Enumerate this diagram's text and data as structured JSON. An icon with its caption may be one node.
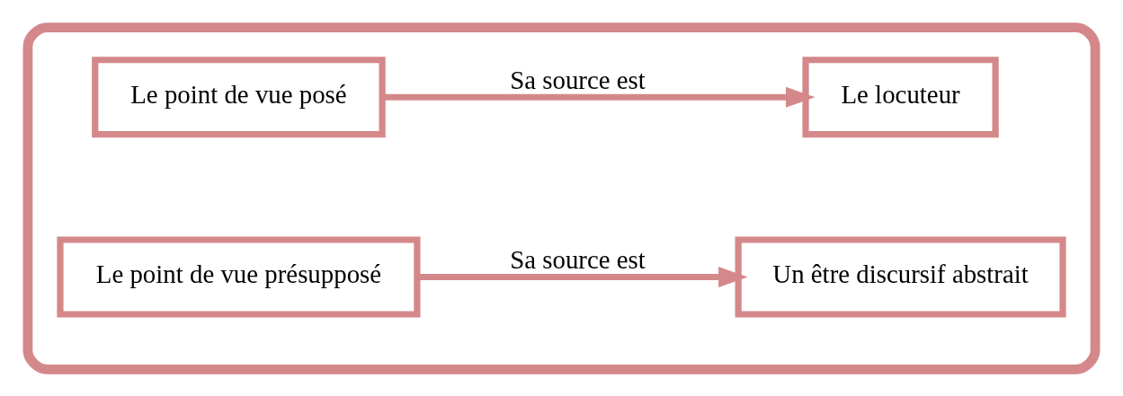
{
  "diagram": {
    "nodes": [
      {
        "text": [],
        "shape": "box"
      },
      {
        "text": [
          "Le point de vue posé"
        ],
        "in": 0
      },
      {
        "text": [
          "Le locuteur"
        ],
        "in": 0
      },
      {
        "text": [
          "Le point de vue présupposé"
        ],
        "in": 0
      },
      {
        "text": [
          "Un être discursif abstrait"
        ],
        "in": 0
      }
    ],
    "edges": [
      {
        "from": 1,
        "to": 2,
        "arrow": "to",
        "label": "Sa source est"
      },
      {
        "from": 3,
        "to": 4,
        "arrow": "to",
        "label": "Sa source est"
      }
    ]
  }
}
